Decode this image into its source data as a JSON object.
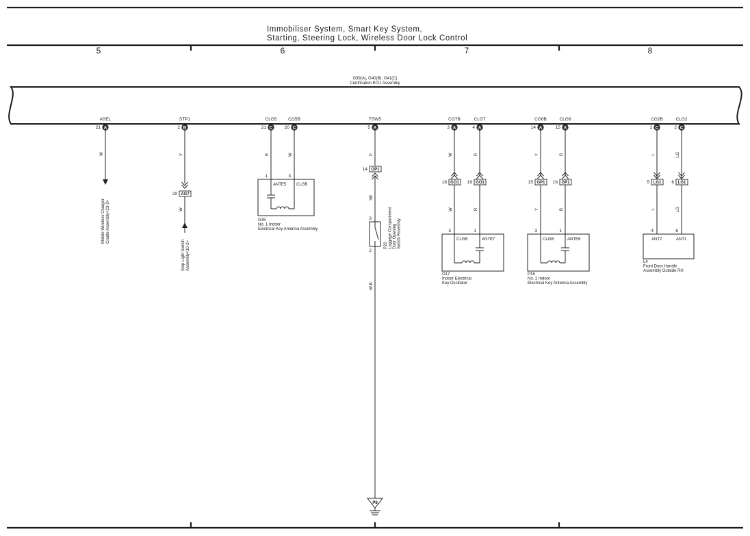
{
  "header": {
    "title_line1": "Immobiliser System, Smart Key System,",
    "title_line2": "Starting, Steering Lock, Wireless Door Lock Control",
    "columns": [
      "5",
      "6",
      "7",
      "8"
    ]
  },
  "ecu": {
    "line1": "G39(A), G40(B), G41(C)",
    "line2": "Certification ECU Assembly"
  },
  "terminals": [
    {
      "name": "ASEL",
      "pin": "21",
      "conn": "A",
      "wire": "W"
    },
    {
      "name": "STP1",
      "pin": "2",
      "conn": "B",
      "wire": "V"
    },
    {
      "name": "CLG5",
      "pin": "21",
      "conn": "C",
      "wire": "R"
    },
    {
      "name": "CG5B",
      "pin": "20",
      "conn": "C",
      "wire": "W"
    },
    {
      "name": "TSW5",
      "pin": "5",
      "conn": "A",
      "wire": "P"
    },
    {
      "name": "CG7B",
      "pin": "3",
      "conn": "A",
      "wire": "W"
    },
    {
      "name": "CLG7",
      "pin": "4",
      "conn": "A",
      "wire": "R"
    },
    {
      "name": "CG6B",
      "pin": "14",
      "conn": "A",
      "wire": "Y"
    },
    {
      "name": "CLG6",
      "pin": "15",
      "conn": "A",
      "wire": "G"
    },
    {
      "name": "CG2B",
      "pin": "1",
      "conn": "C",
      "wire": "L"
    },
    {
      "name": "CLG2",
      "pin": "2",
      "conn": "C",
      "wire": "LG"
    }
  ],
  "connectors": [
    {
      "pin": "29",
      "name": "AG7",
      "wire_below": "W"
    },
    {
      "pin": "14",
      "name": "GP1",
      "wire_below": "SB"
    },
    {
      "pin": "18",
      "name": "GO1",
      "wire_below": "W"
    },
    {
      "pin": "19",
      "name": "GO1",
      "wire_below": "R"
    },
    {
      "pin": "15",
      "name": "GP1",
      "wire_below": "Y"
    },
    {
      "pin": "16",
      "name": "GP1",
      "wire_below": "B"
    },
    {
      "pin": "5",
      "name": "LG1",
      "wire_below": "L"
    },
    {
      "pin": "6",
      "name": "LG1",
      "wire_below": "LG"
    }
  ],
  "components": {
    "g35": {
      "pin_left": "1",
      "pin_right": "3",
      "label_left": "ANTE5",
      "label_right": "CLGB",
      "code": "G35",
      "line1": "No. 1 Indoor",
      "line2": "Electrical Key Antenna Assembly"
    },
    "o17": {
      "pin_left": "3",
      "pin_right": "1",
      "label_left": "CLGB",
      "label_right": "ANTE7",
      "code": "O17",
      "line1": "Indoor Electrical",
      "line2": "Key Oscillator"
    },
    "p16": {
      "pin_left": "3",
      "pin_right": "1",
      "label_left": "CLGB",
      "label_right": "ANTE6",
      "code": "P16",
      "line1": "No. 2 Indoor",
      "line2": "Electrical Key Antenna Assembly"
    },
    "l4": {
      "pin_left": "4",
      "pin_right": "6",
      "label_left": "ANT2",
      "label_right": "ANT1",
      "code": "L4",
      "line1": "Front Door Handle",
      "line2": "Assembly Outside RH"
    },
    "p20": {
      "pin_top": "3",
      "pin_bottom": "2",
      "code": "P20",
      "line1": "Luggage Compartment",
      "line2": "Door Opening",
      "line3": "Switch Assembly",
      "wire_below": "W-B"
    }
  },
  "references": {
    "mobile": {
      "line1": "Mobile Wireless Charger",
      "line2": "Cradle Assembly<23-3>"
    },
    "stop": {
      "line1": "Stop Light Switch",
      "line2": "Assembly<10-2>"
    }
  },
  "ground": {
    "code": "P8"
  }
}
